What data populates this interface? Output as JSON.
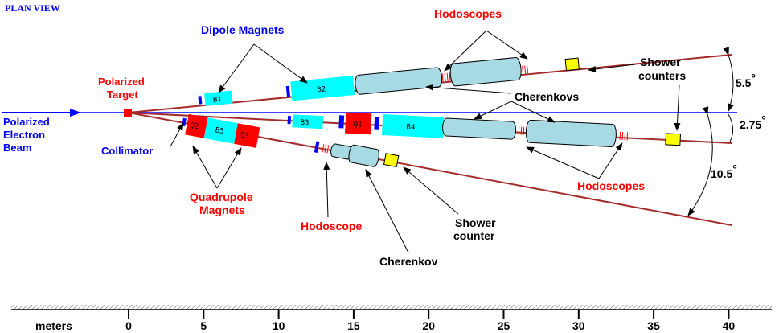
{
  "title": "PLAN VIEW",
  "beam": {
    "line1": "Polarized",
    "line2": "Electron",
    "line3": "Beam"
  },
  "target": {
    "line1": "Polarized",
    "line2": "Target"
  },
  "collimator": "Collimator",
  "dipole_label": "Dipole Magnets",
  "quad_label": {
    "line1": "Quadrupole",
    "line2": "Magnets"
  },
  "hodoscopes_top": "Hodoscopes",
  "hodoscopes_right": "Hodoscopes",
  "hodoscope_bottom": "Hodoscope",
  "cherenkovs": "Cherenkovs",
  "cherenkov": "Cherenkov",
  "shower_counters": {
    "line1": "Shower",
    "line2": "counters"
  },
  "shower_counter": {
    "line1": "Shower",
    "line2": "counter"
  },
  "magnets": {
    "b1": "B1",
    "b2": "B2",
    "b3": "B3",
    "b4": "B4",
    "b5": "B5",
    "q1": "Q1",
    "q2": "Q2",
    "q3": "Q3"
  },
  "angles": {
    "a1": "5.5",
    "a2": "2.75",
    "a3": "10.5",
    "degree": "°"
  },
  "scale": {
    "label": "meters",
    "ticks": [
      "0",
      "5",
      "10",
      "15",
      "20",
      "25",
      "30",
      "35",
      "40"
    ]
  },
  "colors": {
    "beam_line": "#0000ff",
    "spectrometer_line": "#a52a2a",
    "dipole": "#00ffff",
    "quadrupole": "#ff0000",
    "detector": "#a8dae3",
    "shower": "#ffff00",
    "hodoscope": "#ff0000",
    "collimator": "#0000ff",
    "blue_text": "#0000ff",
    "red_text": "#ff0000"
  }
}
